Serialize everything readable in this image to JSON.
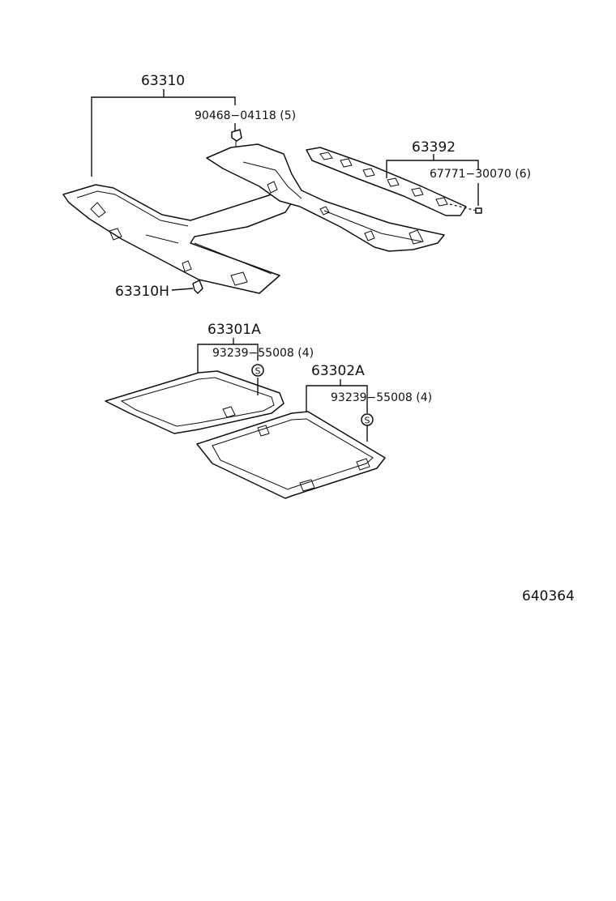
{
  "parts": {
    "headliner": "63310",
    "headliner_clip": "90468−04118 (5)",
    "headliner_hook": "63310H",
    "rear_trim": "63392",
    "rear_trim_clip": "67771−30070 (6)",
    "front_panel": "63301A",
    "front_panel_screw": "93239−55008 (4)",
    "rear_panel": "63302A",
    "rear_panel_screw": "93239−55008 (4)"
  },
  "screw_symbol": "S",
  "figure_number": "640364"
}
